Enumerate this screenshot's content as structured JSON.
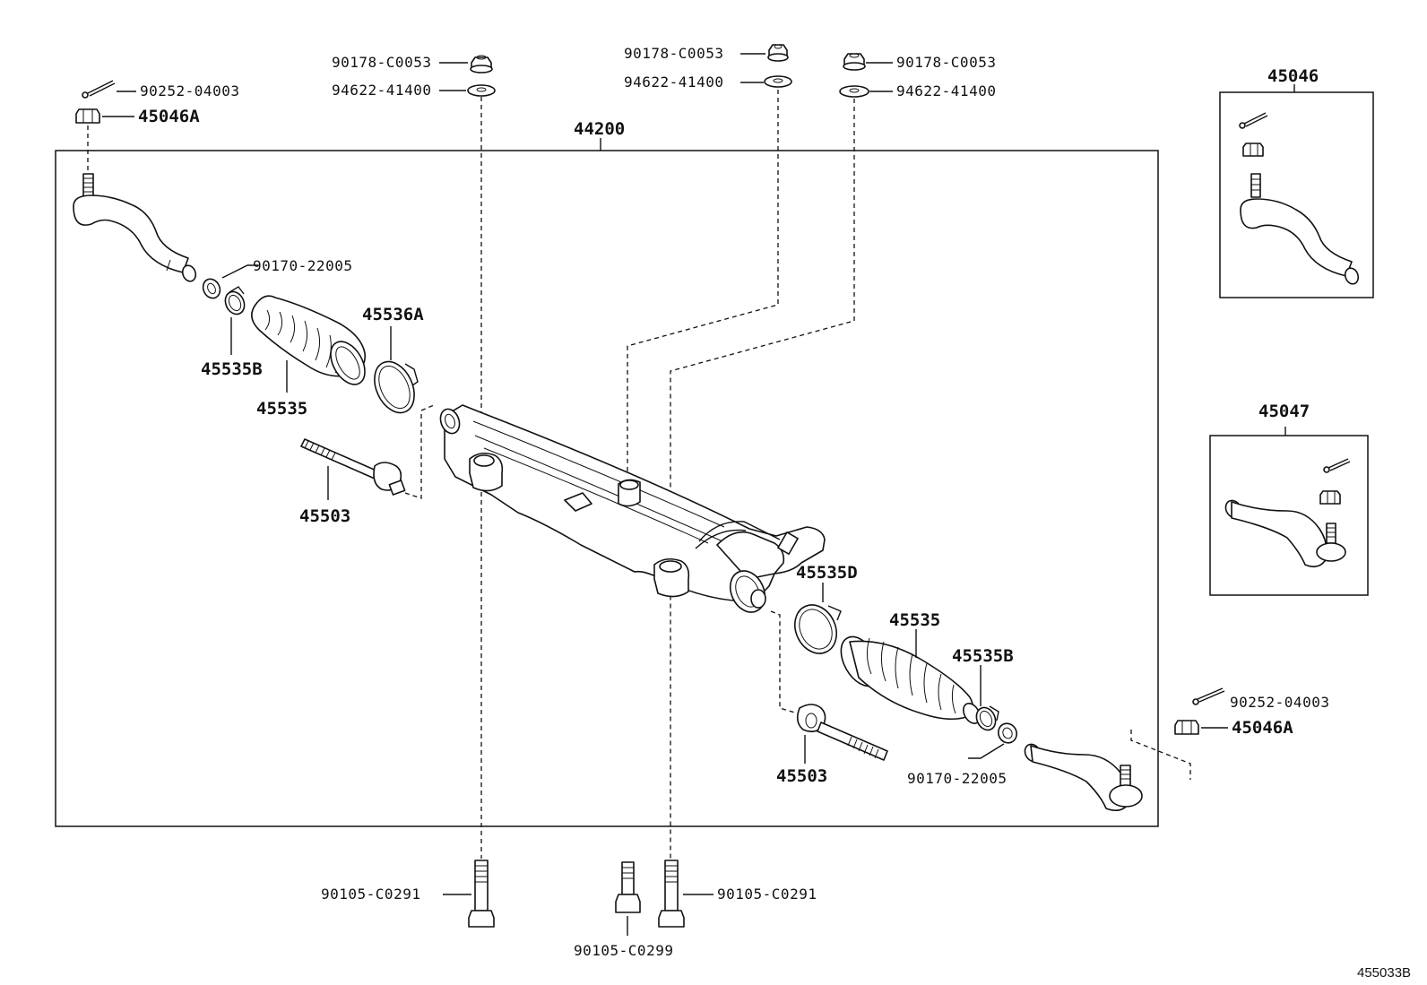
{
  "assembly": {
    "number": "44200"
  },
  "labels": {
    "nut_top_left": "90178-C0053",
    "nut_top_center": "90178-C0053",
    "nut_top_right": "90178-C0053",
    "washer_left": "94622-41400",
    "washer_center": "94622-41400",
    "washer_right": "94622-41400",
    "cotter_pin_left": "90252-04003",
    "castle_nut_left": "45046A",
    "clip_left": "90170-22005",
    "boot_band_left": "45536A",
    "clamp_left": "45535B",
    "boot_left": "45535",
    "tie_rod_left": "45503",
    "boot_band_right": "45535D",
    "boot_right": "45535",
    "clamp_right": "45535B",
    "tie_rod_right": "45503",
    "clip_right": "90170-22005",
    "cotter_pin_right": "90252-04003",
    "castle_nut_right": "45046A",
    "bolt_left": "90105-C0291",
    "bolt_center": "90105-C0299",
    "bolt_right": "90105-C0291"
  },
  "insets": {
    "rh_tie_rod_end": "45046",
    "lh_tie_rod_end": "45047"
  },
  "figure_id": "455033B"
}
